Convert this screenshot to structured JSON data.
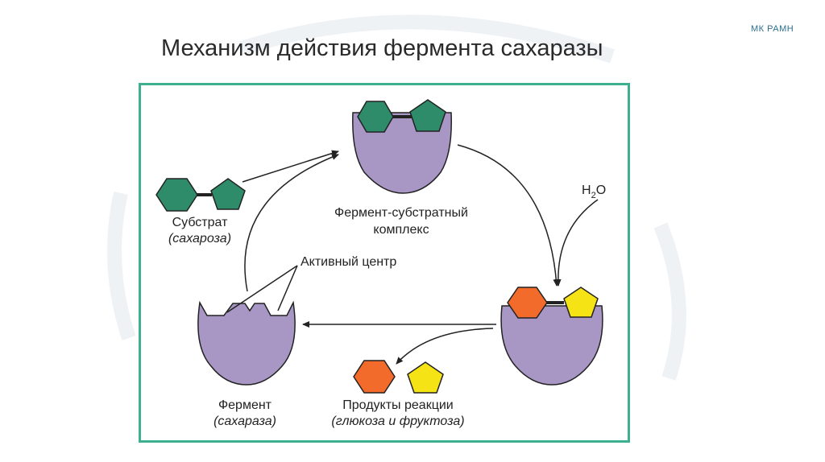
{
  "header": {
    "brand": "МК РАМН",
    "title": "Механизм действия фермента сахаразы"
  },
  "diagram": {
    "labels": {
      "complex_line1": "Фермент-субстратный",
      "complex_line2": "комплекс",
      "substrate_line1": "Субстрат",
      "substrate_line2": "(сахароза)",
      "active_site": "Активный центр",
      "enzyme_line1": "Фермент",
      "enzyme_line2": "(сахараза)",
      "products_line1": "Продукты реакции",
      "products_line2": "(глюкоза и фруктоза)",
      "water_h": "H",
      "water_sub": "2",
      "water_o": "O"
    },
    "colors": {
      "frame": "#3eb08f",
      "enzyme": "#a896c4",
      "glucose_substrate": "#2e8c6a",
      "glucose_product": "#f26b2a",
      "fructose_product": "#f5e316",
      "outline": "#222222",
      "arrow": "#222222"
    }
  }
}
